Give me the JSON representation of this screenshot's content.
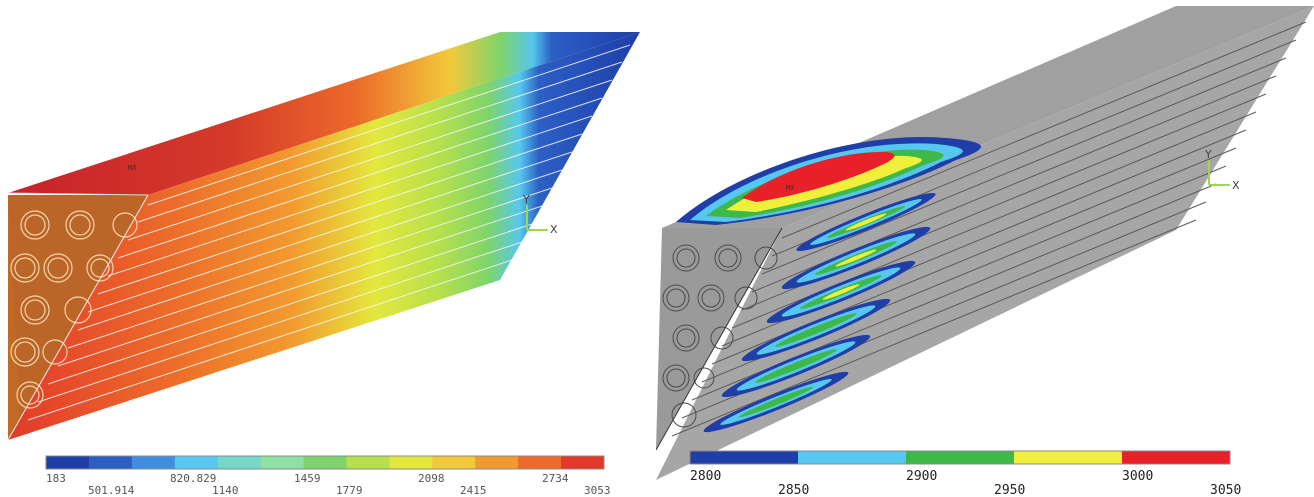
{
  "left_plot": {
    "mx_label": "MX",
    "triad": {
      "y": "Y",
      "x": "X"
    },
    "legend": {
      "colors": [
        "#1f3ea8",
        "#2c5fc4",
        "#3f8fe0",
        "#56c7ee",
        "#74d8c8",
        "#8fe0a3",
        "#7ed46b",
        "#b8e04c",
        "#e4e83e",
        "#f2c93b",
        "#f29a2f",
        "#ec6a2a",
        "#e23a2a"
      ],
      "top_labels": [
        "183",
        "820.829",
        "1459",
        "2098",
        "2734"
      ],
      "bottom_labels": [
        "501.914",
        "1140",
        "1779",
        "2415",
        "3053"
      ]
    }
  },
  "right_plot": {
    "mx_label": "MX",
    "triad": {
      "y": "Y",
      "x": "X"
    },
    "legend": {
      "colors": [
        "#1f3ea8",
        "#56c7ee",
        "#3fb84a",
        "#f0f03c",
        "#e8202a"
      ],
      "top_labels": [
        "2800",
        "2900",
        "3000"
      ],
      "bottom_labels": [
        "2850",
        "2950",
        "3050"
      ]
    }
  }
}
